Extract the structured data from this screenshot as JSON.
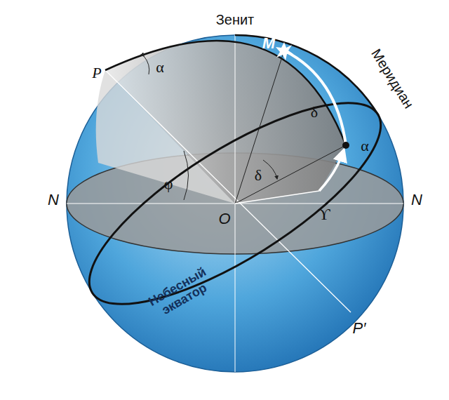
{
  "diagram": {
    "labels": [
      "Зенит",
      "P",
      "α",
      "M",
      "Меридиан",
      "δ",
      "δ",
      "α",
      "N",
      "N",
      "φ",
      "O",
      "ϒ",
      "Небесный экватор",
      "P′"
    ]
  }
}
